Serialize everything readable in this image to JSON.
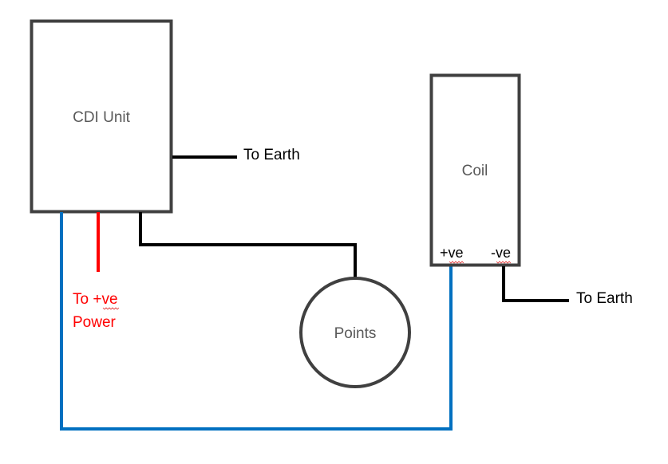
{
  "diagram": {
    "title": "",
    "colors": {
      "box_border": "#404040",
      "box_label": "#595959",
      "earth_wire": "#000000",
      "power_wire": "#ff0000",
      "coil_wire": "#0070c0",
      "spell_squiggle": "#e03030"
    },
    "nodes": {
      "cdi_unit": {
        "label": "CDI Unit",
        "shape": "rectangle"
      },
      "coil": {
        "label": "Coil",
        "shape": "rectangle",
        "terminals": {
          "positive": "+ve",
          "negative": "-ve"
        }
      },
      "points": {
        "label": "Points",
        "shape": "circle"
      }
    },
    "labels": {
      "cdi_earth": "To Earth",
      "coil_earth": "To Earth",
      "power_line1": "To +ve",
      "power_line2": "Power"
    },
    "edges": [
      {
        "from": "cdi_unit",
        "to": "earth",
        "color": "black",
        "label": "To Earth"
      },
      {
        "from": "cdi_unit",
        "to": "+ve power",
        "color": "red",
        "label": "To +ve Power"
      },
      {
        "from": "cdi_unit",
        "to": "points",
        "color": "black"
      },
      {
        "from": "cdi_unit",
        "to": "coil +ve",
        "color": "blue"
      },
      {
        "from": "coil -ve",
        "to": "earth",
        "color": "black",
        "label": "To Earth"
      }
    ]
  }
}
